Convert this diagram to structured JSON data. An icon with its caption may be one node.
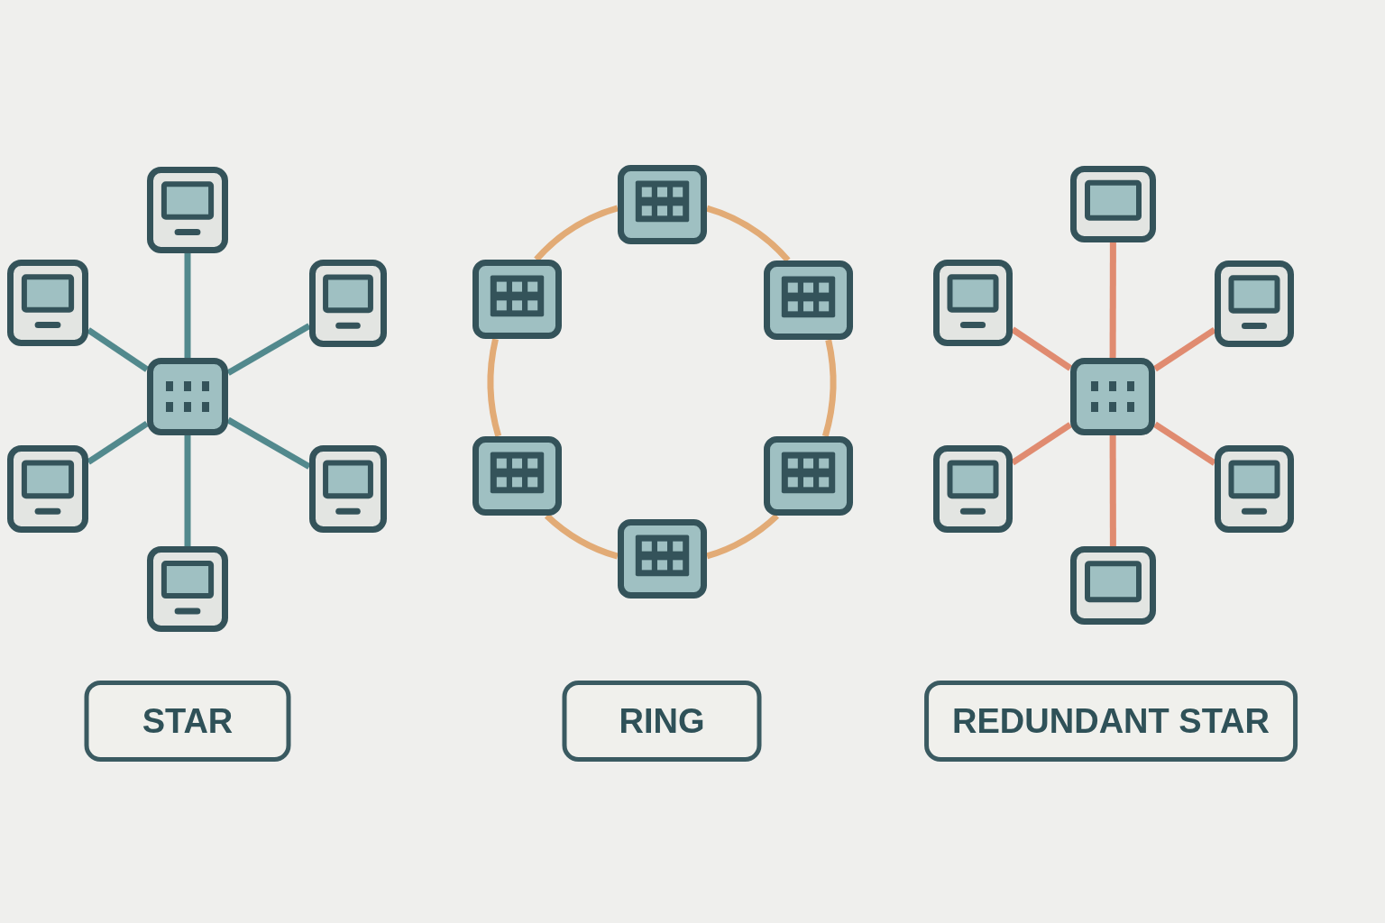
{
  "diagram": {
    "nodes": [
      {
        "text": [],
        "shape": "picture"
      },
      {
        "text": [],
        "shape": "picture"
      },
      {
        "text": [],
        "shape": "picture"
      },
      {
        "text": [],
        "shape": "picture"
      },
      {
        "text": [],
        "shape": "picture"
      },
      {
        "text": [],
        "shape": "picture"
      },
      {
        "text": [],
        "shape": "picture"
      },
      {
        "text": [
          "STAR"
        ]
      },
      {
        "text": [],
        "shape": "picture"
      },
      {
        "text": [],
        "shape": "picture"
      },
      {
        "text": [],
        "shape": "picture"
      },
      {
        "text": [],
        "shape": "picture"
      },
      {
        "text": [],
        "shape": "picture"
      },
      {
        "text": [],
        "shape": "picture"
      },
      {
        "text": [
          "RING"
        ]
      },
      {
        "text": [],
        "shape": "picture"
      },
      {
        "text": [],
        "shape": "picture"
      },
      {
        "text": [],
        "shape": "picture"
      },
      {
        "text": [],
        "shape": "picture"
      },
      {
        "text": [],
        "shape": "picture"
      },
      {
        "text": [],
        "shape": "picture"
      },
      {
        "text": [],
        "shape": "picture"
      },
      {
        "text": [
          "REDUNDANT STAR"
        ]
      }
    ],
    "edges": [
      {
        "from": 3,
        "to": 0,
        "arrow": "none"
      },
      {
        "from": 3,
        "to": 1,
        "arrow": "none"
      },
      {
        "from": 3,
        "to": 2,
        "arrow": "none"
      },
      {
        "from": 3,
        "to": 4,
        "arrow": "none"
      },
      {
        "from": 3,
        "to": 5,
        "arrow": "none"
      },
      {
        "from": 3,
        "to": 6,
        "arrow": "none"
      },
      {
        "from": 8,
        "to": 10,
        "arrow": "none",
        "color": "#e2ab76"
      },
      {
        "from": 10,
        "to": 12,
        "arrow": "none",
        "color": "#e2ab76"
      },
      {
        "from": 12,
        "to": 13,
        "arrow": "none",
        "color": "#e2ab76"
      },
      {
        "from": 13,
        "to": 11,
        "arrow": "none",
        "color": "#e2ab76"
      },
      {
        "from": 11,
        "to": 9,
        "arrow": "none",
        "color": "#e2ab76"
      },
      {
        "from": 9,
        "to": 8,
        "arrow": "none",
        "color": "#e2ab76"
      },
      {
        "from": 18,
        "to": 15,
        "arrow": "none",
        "color": "#e08b70"
      },
      {
        "from": 18,
        "to": 16,
        "arrow": "none",
        "color": "#e08b70"
      },
      {
        "from": 18,
        "to": 17,
        "arrow": "none",
        "color": "#e08b70"
      },
      {
        "from": 18,
        "to": 19,
        "arrow": "none",
        "color": "#e08b70"
      },
      {
        "from": 18,
        "to": 20,
        "arrow": "none",
        "color": "#e08b70"
      },
      {
        "from": 18,
        "to": 21,
        "arrow": "none",
        "color": "#e08b70"
      }
    ]
  }
}
